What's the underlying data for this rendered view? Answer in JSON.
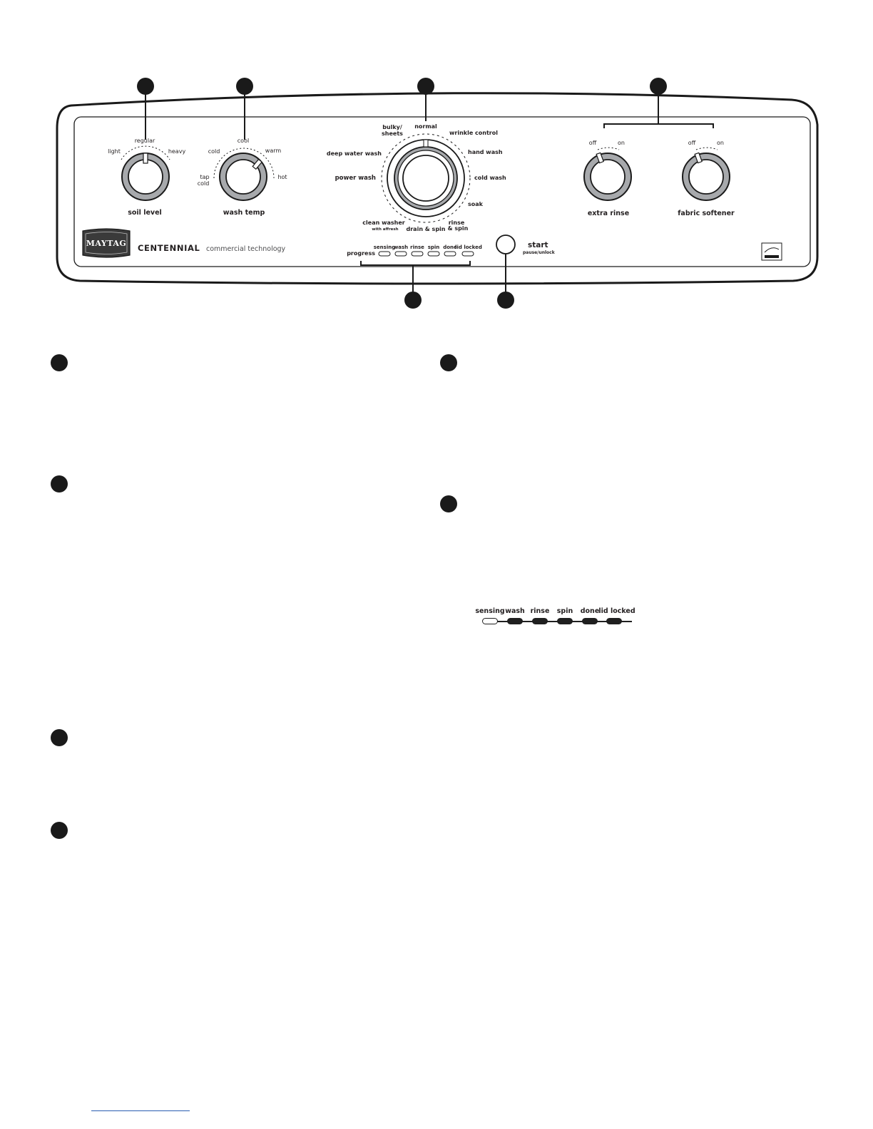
{
  "soil_level": {
    "title": "soil level",
    "light": "light",
    "regular": "regular",
    "heavy": "heavy"
  },
  "wash_temp": {
    "title": "wash temp",
    "cool": "cool",
    "cold": "cold",
    "warm": "warm",
    "tap": "tap",
    "tap2": "cold",
    "hot": "hot"
  },
  "cycles": {
    "normal": "normal",
    "bulky": "bulky/",
    "bulky2": "sheets",
    "wrinkle": "wrinkle control",
    "deep": "deep water wash",
    "hand": "hand wash",
    "power": "power wash",
    "cold": "cold wash",
    "soak": "soak",
    "clean": "clean washer",
    "clean_sub": "with affresh",
    "rinse": "rinse",
    "rinse2": "& spin",
    "drain": "drain & spin"
  },
  "options": {
    "extra_rinse": {
      "title": "extra rinse",
      "off": "off",
      "on": "on"
    },
    "fabric_softener": {
      "title": "fabric softener",
      "off": "off",
      "on": "on"
    }
  },
  "brand": {
    "logo": "MAYTAG",
    "series": "CENTENNIAL",
    "tagline": "commercial technology"
  },
  "progress": {
    "label": "progress",
    "steps": [
      "sensing",
      "wash",
      "rinse",
      "spin",
      "done",
      "lid locked"
    ]
  },
  "start": {
    "label": "start",
    "sub": "pause/unlock"
  },
  "status_detail": {
    "steps": [
      "sensing",
      "wash",
      "rinse",
      "spin",
      "done",
      "lid locked"
    ],
    "active_states": [
      false,
      true,
      true,
      true,
      true,
      true
    ]
  }
}
